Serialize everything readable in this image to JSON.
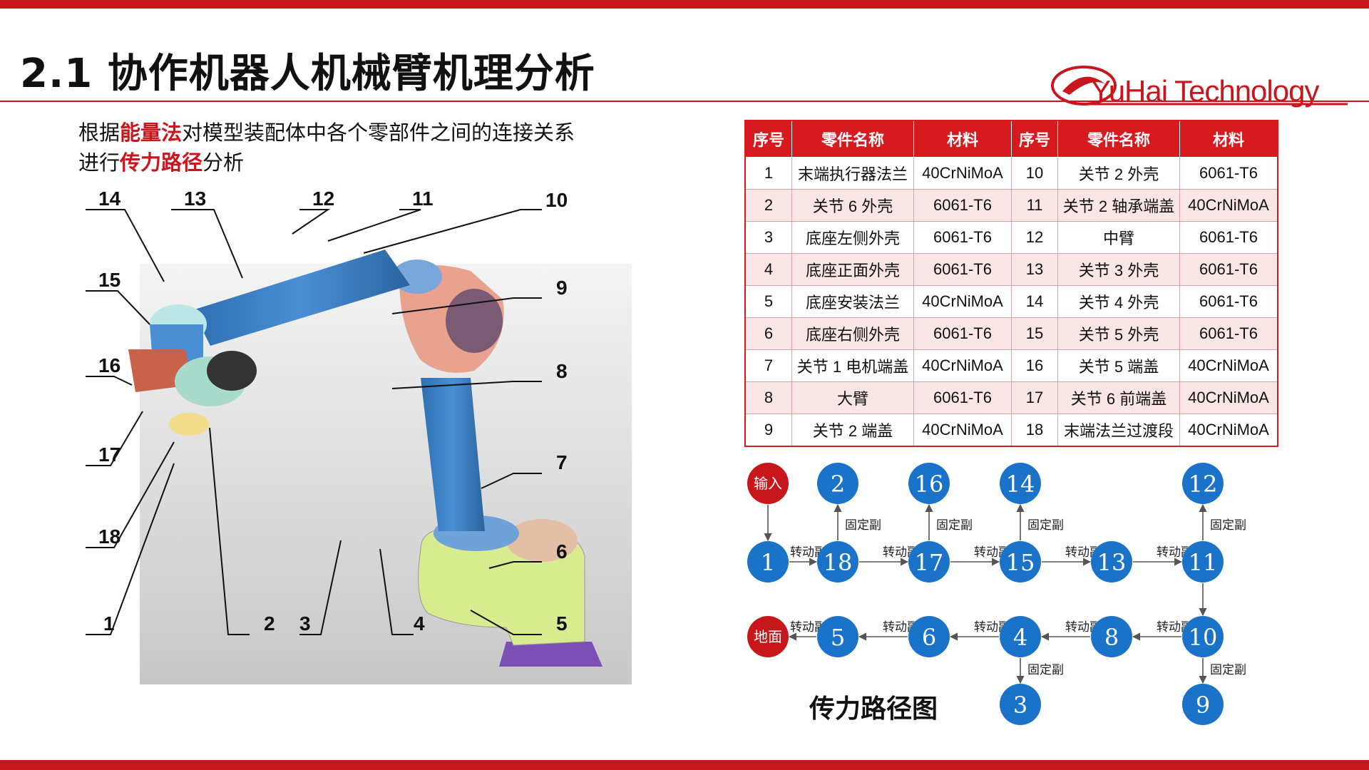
{
  "header": {
    "title": "2.1 协作机器人机械臂机理分析",
    "logo_text": "YuHai Technology"
  },
  "intro": {
    "part1": "根据",
    "hl1": "能量法",
    "part2": "对模型装配体中各个零部件之间的连接关系",
    "part3": "进行",
    "hl2": "传力路径",
    "part4": "分析"
  },
  "robot_labels": [
    "14",
    "13",
    "12",
    "11",
    "10",
    "15",
    "9",
    "16",
    "8",
    "17",
    "7",
    "18",
    "6",
    "1",
    "2",
    "3",
    "4",
    "5"
  ],
  "table": {
    "headers": [
      "序号",
      "零件名称",
      "材料",
      "序号",
      "零件名称",
      "材料"
    ],
    "rows": [
      [
        "1",
        "末端执行器法兰",
        "40CrNiMoA",
        "10",
        "关节 2 外壳",
        "6061-T6"
      ],
      [
        "2",
        "关节 6 外壳",
        "6061-T6",
        "11",
        "关节 2 轴承端盖",
        "40CrNiMoA"
      ],
      [
        "3",
        "底座左侧外壳",
        "6061-T6",
        "12",
        "中臂",
        "6061-T6"
      ],
      [
        "4",
        "底座正面外壳",
        "6061-T6",
        "13",
        "关节 3 外壳",
        "6061-T6"
      ],
      [
        "5",
        "底座安装法兰",
        "40CrNiMoA",
        "14",
        "关节 4 外壳",
        "6061-T6"
      ],
      [
        "6",
        "底座右侧外壳",
        "6061-T6",
        "15",
        "关节 5 外壳",
        "6061-T6"
      ],
      [
        "7",
        "关节 1 电机端盖",
        "40CrNiMoA",
        "16",
        "关节 5 端盖",
        "40CrNiMoA"
      ],
      [
        "8",
        "大臂",
        "6061-T6",
        "17",
        "关节 6 前端盖",
        "40CrNiMoA"
      ],
      [
        "9",
        "关节 2 端盖",
        "40CrNiMoA",
        "18",
        "末端法兰过渡段",
        "40CrNiMoA"
      ]
    ]
  },
  "flow": {
    "input_label": "输入",
    "ground_label": "地面",
    "rev": "转动副",
    "fixed": "固定副",
    "nodes": {
      "n1": "1",
      "n2": "2",
      "n3": "3",
      "n4": "4",
      "n5": "5",
      "n6": "6",
      "n8": "8",
      "n9": "9",
      "n10": "10",
      "n11": "11",
      "n12": "12",
      "n13": "13",
      "n14": "14",
      "n15": "15",
      "n16": "16",
      "n17": "17",
      "n18": "18"
    },
    "caption": "传力路径图"
  },
  "colors": {
    "accent": "#c8161d",
    "node_blue": "#1a73c8",
    "node_red": "#c8161d"
  }
}
